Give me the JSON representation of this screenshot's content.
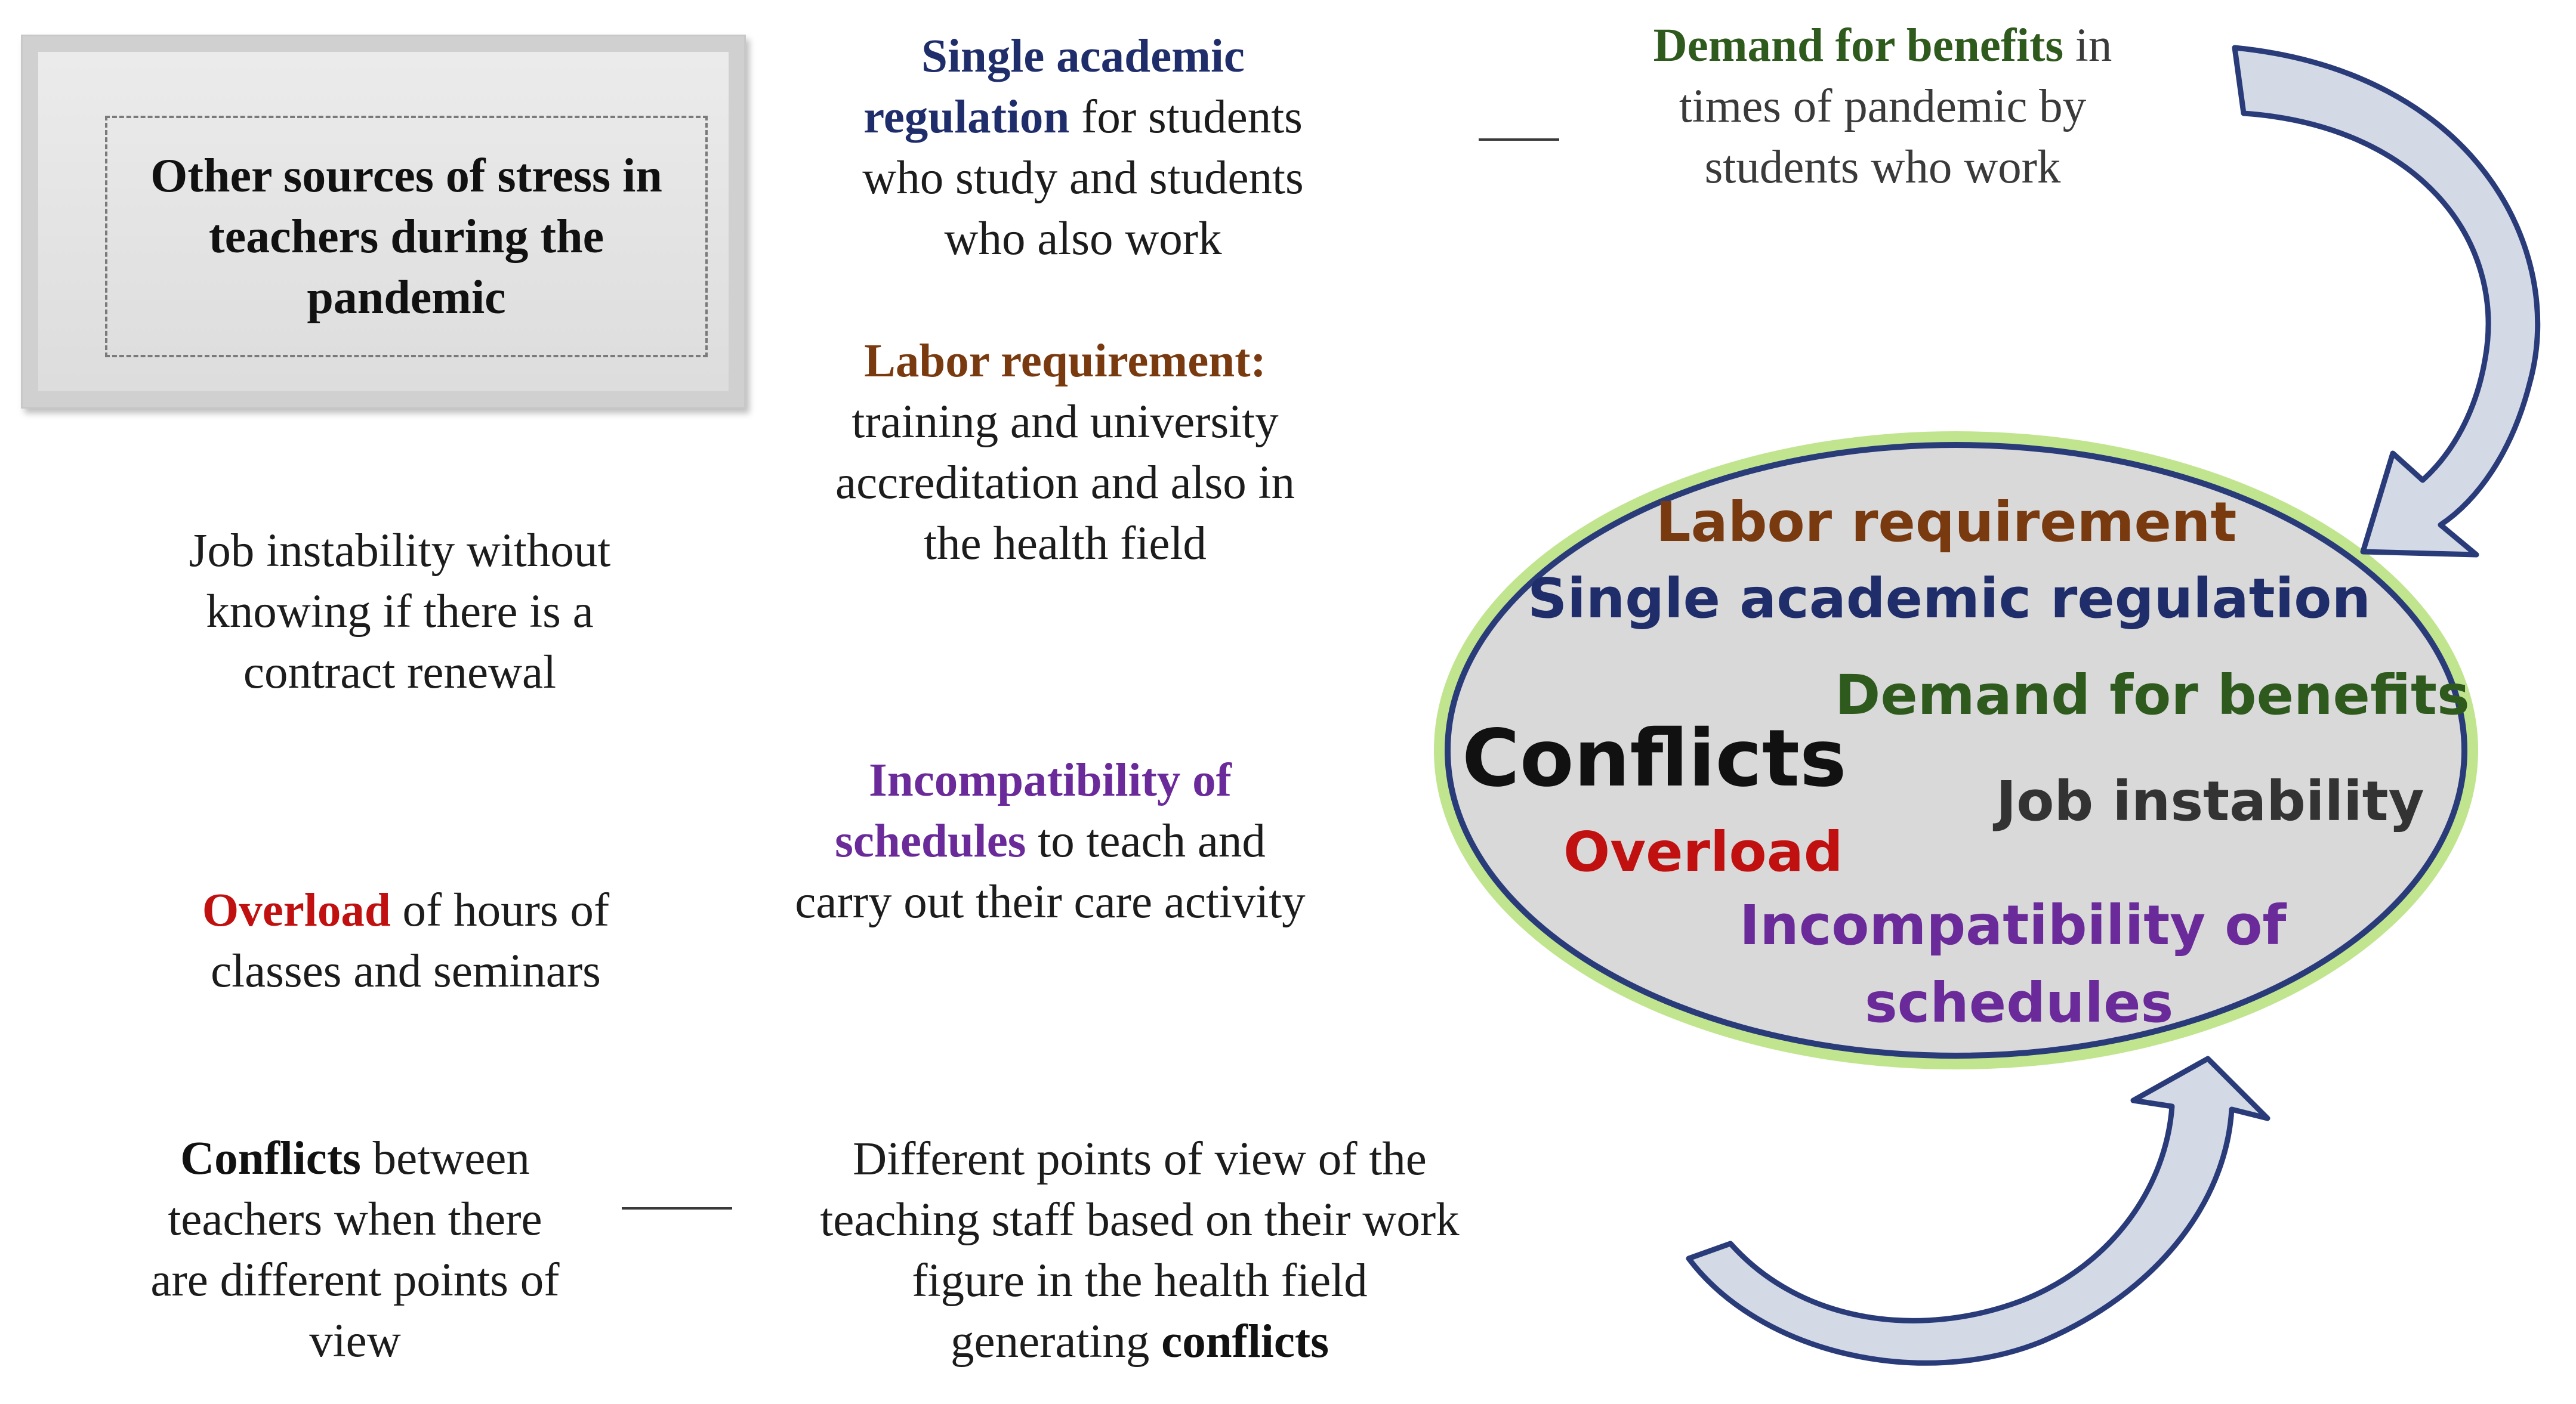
{
  "title_box": {
    "text": "Other sources of stress in teachers during the pandemic"
  },
  "regulation_block": {
    "highlight": "Single academic regulation",
    "rest": " for students who study and students who also work"
  },
  "benefits_block": {
    "highlight": "Demand for benefits",
    "rest": " in times of pandemic by students who work"
  },
  "labor_block": {
    "highlight": "Labor requirement:",
    "rest": " training and university accreditation and also in the health field"
  },
  "job_block": {
    "text": "Job instability without knowing if there is a contract renewal"
  },
  "schedules_block": {
    "highlight": "Incompatibility of schedules",
    "rest": " to teach and carry out their care activity"
  },
  "overload_block": {
    "highlight": "Overload",
    "rest": " of hours of classes and seminars"
  },
  "conflicts_block": {
    "highlight": "Conflicts",
    "rest": " between teachers when there are different points of view"
  },
  "viewpoints_block": {
    "text": "Different points of view of the teaching staff based on their work figure in the health field generating ",
    "highlight": "conflicts"
  },
  "cloud": {
    "labor": "Labor requirement",
    "regulation": "Single academic regulation",
    "benefits": "Demand for benefits",
    "conflicts": "Conflicts",
    "job": "Job instability",
    "overload": "Overload",
    "incompat_1": "Incompatibility of",
    "incompat_2": "schedules"
  },
  "colors": {
    "navy": "#1f2d6b",
    "brown": "#7a3a10",
    "green": "#2f5a1d",
    "purple": "#6a2a9a",
    "red": "#c01010",
    "ellipse_fill": "#d9d9d9",
    "ellipse_stroke": "#2a3b7a",
    "ellipse_glow": "#b6e07a",
    "arrow_fill": "#d4d9e6",
    "arrow_stroke": "#2a3b7a"
  }
}
